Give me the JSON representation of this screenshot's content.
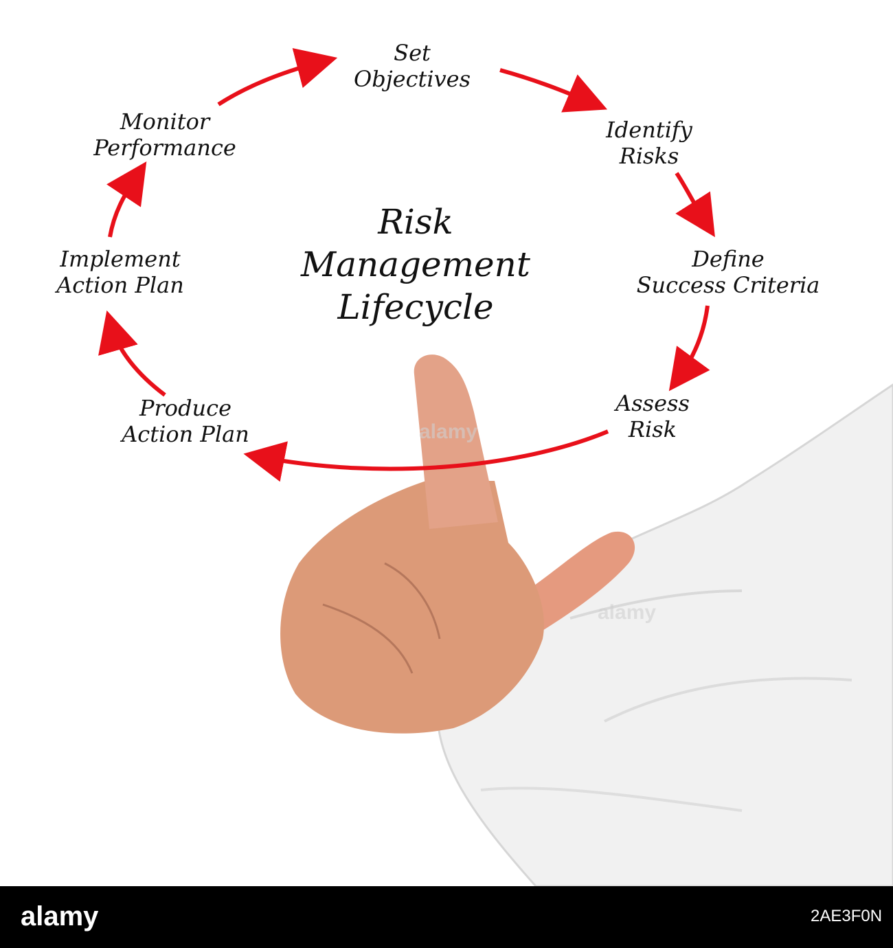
{
  "title": [
    "Risk",
    "Management",
    "Lifecycle"
  ],
  "steps": [
    {
      "lines": [
        "Set",
        "Objectives"
      ]
    },
    {
      "lines": [
        "Identify",
        "Risks"
      ]
    },
    {
      "lines": [
        "Define",
        "Success Criteria"
      ]
    },
    {
      "lines": [
        "Assess",
        "Risk"
      ]
    },
    {
      "lines": [
        "Produce",
        "Action Plan"
      ]
    },
    {
      "lines": [
        "Implement",
        "Action Plan"
      ]
    },
    {
      "lines": [
        "Monitor",
        "Performance"
      ]
    }
  ],
  "colors": {
    "arrow": "#e8101a",
    "text": "#111111",
    "footer": "#000000"
  },
  "footer": {
    "logo": "alamy",
    "image_id": "2AE3F0N"
  },
  "watermarks": [
    "alamy",
    "alamy"
  ]
}
